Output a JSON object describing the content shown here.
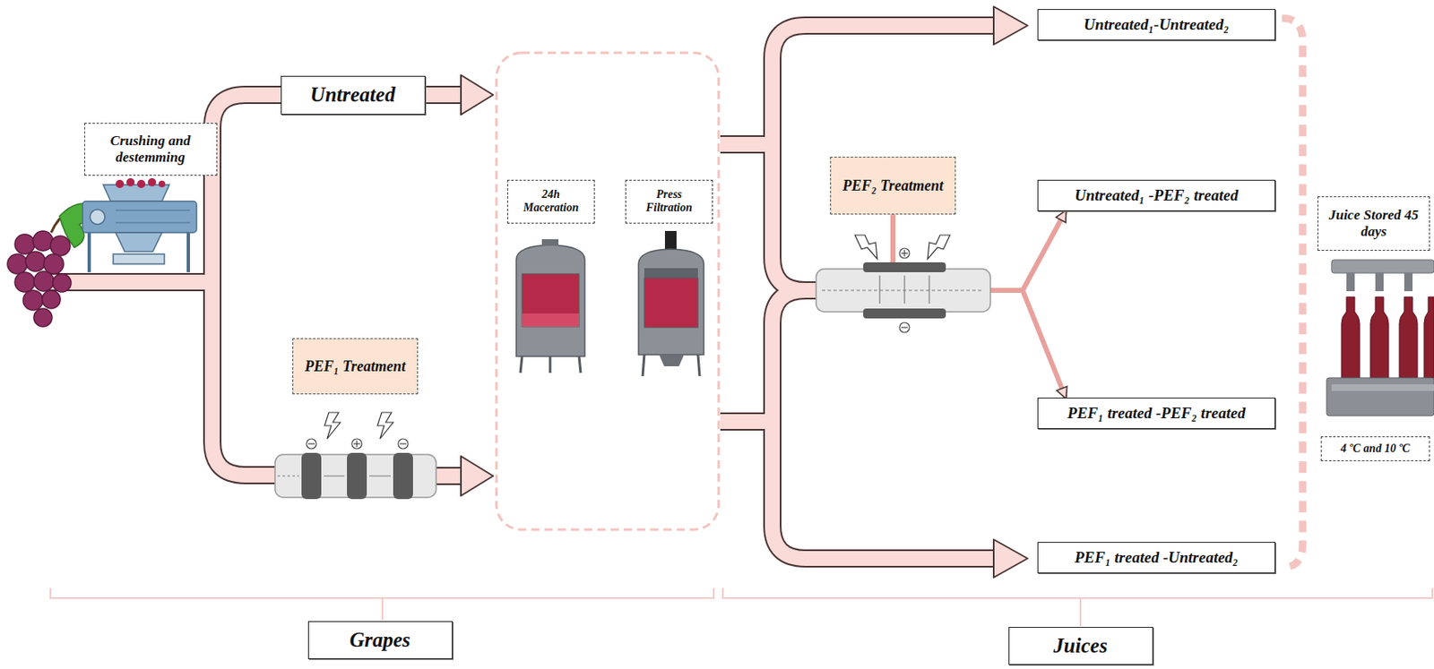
{
  "diagram": {
    "nodes": [
      {
        "text": [
          "Untreated"
        ]
      },
      {
        "text": [
          "Crushing and destemming"
        ]
      },
      {
        "text": [
          "PEF₁ Treatment"
        ]
      },
      {
        "text": [
          "24h Maceration"
        ]
      },
      {
        "text": [
          "Press Filtration"
        ]
      },
      {
        "text": [
          "PEF₂ Treatment"
        ]
      },
      {
        "text": [
          "Untreated₁-Untreated₂"
        ]
      },
      {
        "text": [
          "Untreated₁ -PEF₂ treated"
        ]
      },
      {
        "text": [
          "PEF₁ treated -PEF₂ treated"
        ]
      },
      {
        "text": [
          "PEF₁ treated -Untreated₂"
        ]
      },
      {
        "text": [
          "Juice Stored 45 days"
        ]
      },
      {
        "text": [
          "4 ºC and 10 ºC"
        ]
      },
      {
        "text": [
          "Grapes"
        ]
      },
      {
        "text": [
          "Juices"
        ]
      }
    ],
    "edges": [
      {
        "from": 5,
        "to": 7,
        "arrow": "to"
      },
      {
        "from": 5,
        "to": 8,
        "arrow": "to"
      }
    ]
  }
}
